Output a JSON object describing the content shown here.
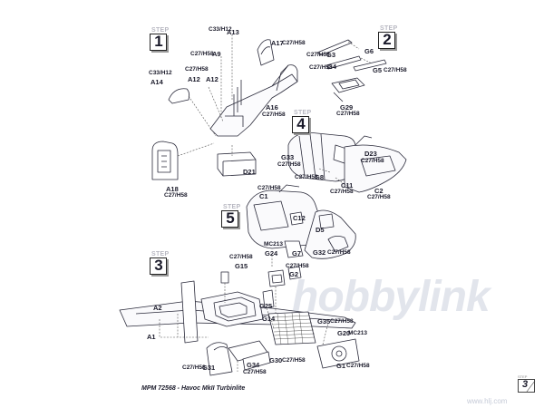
{
  "footer": {
    "title": "MPM 72568 - Havoc MkII Turbinlite",
    "step_word": "STEP",
    "page_number": "3"
  },
  "watermark": {
    "brand": "hobbylink",
    "url": "www.hlj.com"
  },
  "steps": [
    {
      "id": "s1",
      "number": "1"
    },
    {
      "id": "s2",
      "number": "2"
    },
    {
      "id": "s3",
      "number": "3"
    },
    {
      "id": "s4",
      "number": "4"
    },
    {
      "id": "s5",
      "number": "5"
    }
  ],
  "callouts": [
    {
      "id": "c33h12-a13",
      "text": "C33/H12"
    },
    {
      "id": "a13",
      "text": "A13",
      "part": true
    },
    {
      "id": "c27h58-a17",
      "text": "C27/H58"
    },
    {
      "id": "a17",
      "text": "A17",
      "part": true
    },
    {
      "id": "c27h58-a9",
      "text": "C27/H58"
    },
    {
      "id": "a9",
      "text": "A9",
      "part": true
    },
    {
      "id": "c33h12-a14",
      "text": "C33/H12"
    },
    {
      "id": "a14",
      "text": "A14",
      "part": true
    },
    {
      "id": "c27h58-a12",
      "text": "C27/H58"
    },
    {
      "id": "a12a",
      "text": "A12",
      "part": true
    },
    {
      "id": "a12b",
      "text": "A12",
      "part": true
    },
    {
      "id": "a16",
      "text": "A16",
      "part": true
    },
    {
      "id": "c27h58-a16",
      "text": "C27/H58"
    },
    {
      "id": "d21",
      "text": "D21",
      "part": true
    },
    {
      "id": "a18",
      "text": "A18",
      "part": true
    },
    {
      "id": "c27h58-a18",
      "text": "C27/H58"
    },
    {
      "id": "c27h58-g3",
      "text": "C27/H58"
    },
    {
      "id": "g3",
      "text": "G3",
      "part": true
    },
    {
      "id": "g6",
      "text": "G6",
      "part": true
    },
    {
      "id": "c27h58-g4",
      "text": "C27/H58"
    },
    {
      "id": "g4",
      "text": "G4",
      "part": true
    },
    {
      "id": "g5",
      "text": "G5",
      "part": true
    },
    {
      "id": "c27h58-g5",
      "text": "C27/H58"
    },
    {
      "id": "g29",
      "text": "G29",
      "part": true
    },
    {
      "id": "c27h58-g29",
      "text": "C27/H58"
    },
    {
      "id": "g33",
      "text": "G33",
      "part": true
    },
    {
      "id": "c27h58-g33",
      "text": "C27/H58"
    },
    {
      "id": "c27h58-g8",
      "text": "C27/H58"
    },
    {
      "id": "g8",
      "text": "G8",
      "part": true
    },
    {
      "id": "d23",
      "text": "D23",
      "part": true
    },
    {
      "id": "c27h58-d23",
      "text": "C27/H58"
    },
    {
      "id": "c11",
      "text": "C11",
      "part": true
    },
    {
      "id": "c27h58-c11",
      "text": "C27/H58"
    },
    {
      "id": "c2",
      "text": "C2",
      "part": true
    },
    {
      "id": "c27h58-c2",
      "text": "C27/H58"
    },
    {
      "id": "c27h58-c1",
      "text": "C27/H58"
    },
    {
      "id": "c1",
      "text": "C1",
      "part": true
    },
    {
      "id": "c12",
      "text": "C12",
      "part": true
    },
    {
      "id": "d5",
      "text": "D5",
      "part": true
    },
    {
      "id": "mc213-g24",
      "text": "MC213"
    },
    {
      "id": "g24",
      "text": "G24",
      "part": true
    },
    {
      "id": "g7",
      "text": "G7",
      "part": true
    },
    {
      "id": "g32",
      "text": "G32",
      "part": true
    },
    {
      "id": "c27h58-g32",
      "text": "C27/H58"
    },
    {
      "id": "c27h58-g15",
      "text": "C27/H58"
    },
    {
      "id": "g15",
      "text": "G15",
      "part": true
    },
    {
      "id": "c27h58-g2",
      "text": "C27/H58"
    },
    {
      "id": "g2",
      "text": "G2",
      "part": true
    },
    {
      "id": "g25",
      "text": "G25",
      "part": true
    },
    {
      "id": "g14",
      "text": "G14",
      "part": true
    },
    {
      "id": "a2",
      "text": "A2",
      "part": true
    },
    {
      "id": "a1",
      "text": "A1",
      "part": true
    },
    {
      "id": "g35",
      "text": "G35",
      "part": true
    },
    {
      "id": "c27h58-g35",
      "text": "C27/H58"
    },
    {
      "id": "g20",
      "text": "G20",
      "part": true
    },
    {
      "id": "mc213-g20",
      "text": "MC213"
    },
    {
      "id": "c27h58-g31",
      "text": "C27/H58"
    },
    {
      "id": "g31",
      "text": "G31",
      "part": true
    },
    {
      "id": "g34",
      "text": "G34",
      "part": true
    },
    {
      "id": "c27h58-g34",
      "text": "C27/H58"
    },
    {
      "id": "g30",
      "text": "G30",
      "part": true
    },
    {
      "id": "c27h58-g30",
      "text": "C27/H58"
    },
    {
      "id": "g1",
      "text": "G1",
      "part": true
    },
    {
      "id": "c27h58-g1",
      "text": "C27/H58"
    }
  ]
}
